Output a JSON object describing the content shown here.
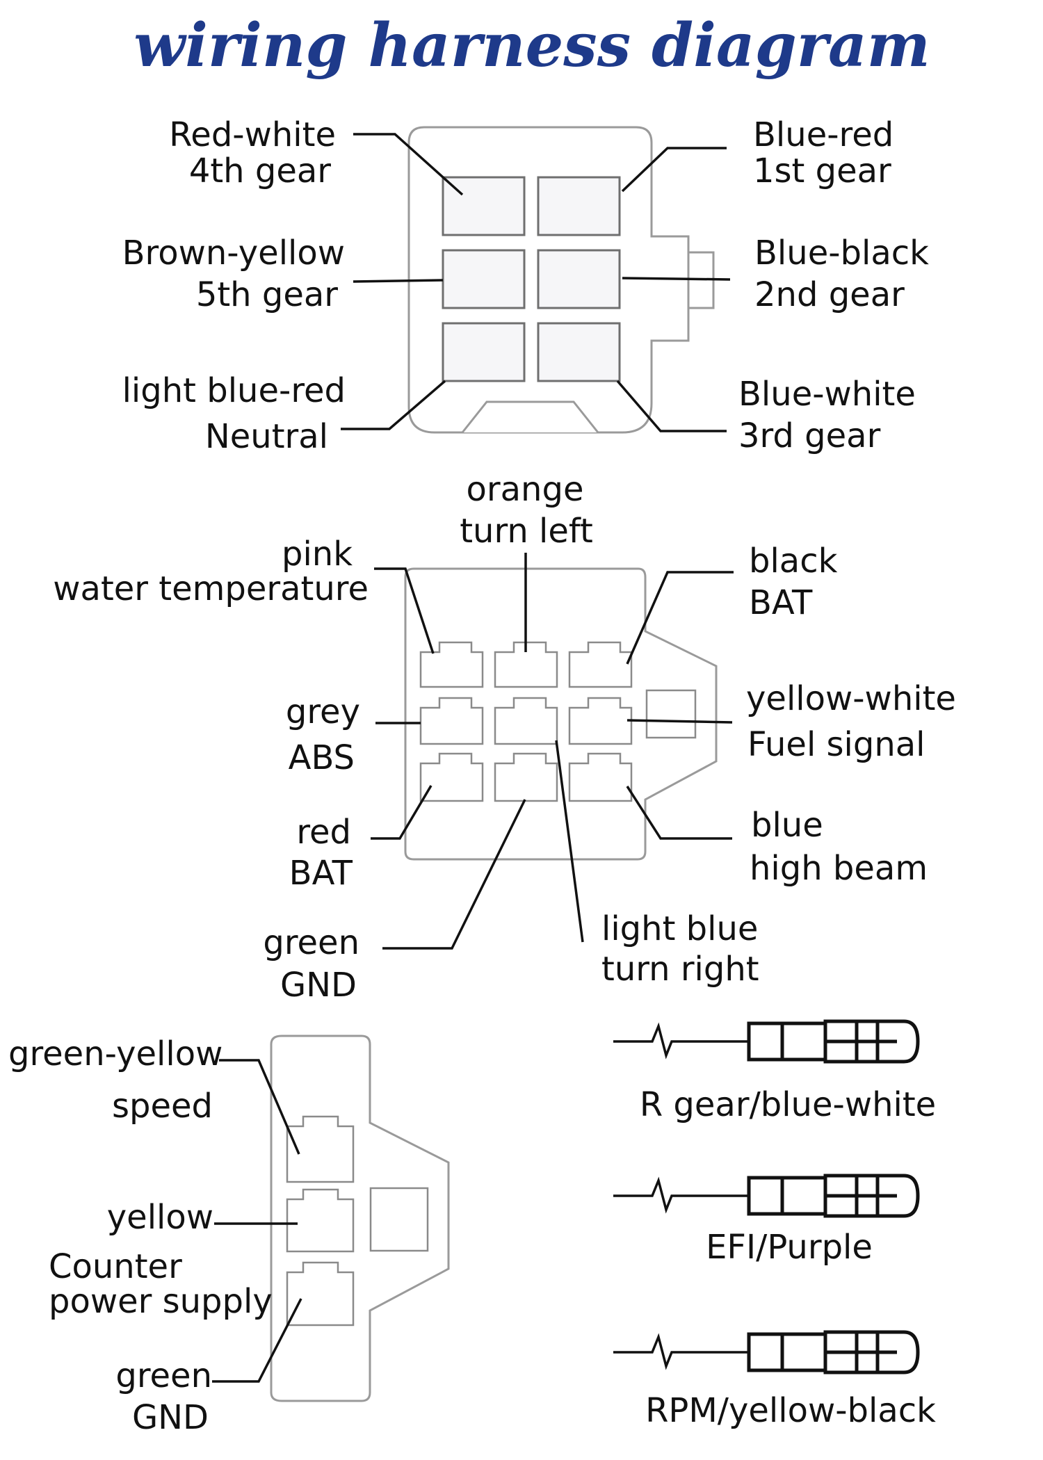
{
  "title": "wiring harness diagram",
  "colors": {
    "title": "#1e3a8a",
    "text": "#111111",
    "connector_outline": "#9a9a9a"
  },
  "connector_6pin": {
    "pins": [
      {
        "color": "Red-white",
        "function": "4th gear"
      },
      {
        "color": "Blue-red",
        "function": "1st gear"
      },
      {
        "color": "Brown-yellow",
        "function": "5th gear"
      },
      {
        "color": "Blue-black",
        "function": "2nd gear"
      },
      {
        "color": "light blue-red",
        "function": "Neutral"
      },
      {
        "color": "Blue-white",
        "function": "3rd gear"
      }
    ]
  },
  "connector_9pin": {
    "pins": [
      {
        "color": "pink",
        "function": "water temperature"
      },
      {
        "color": "orange",
        "function": "turn left"
      },
      {
        "color": "black",
        "function": "BAT"
      },
      {
        "color": "grey",
        "function": "ABS"
      },
      {
        "color": "yellow-white",
        "function": "Fuel signal"
      },
      {
        "color": "red",
        "function": "BAT"
      },
      {
        "color": "blue",
        "function": "high beam"
      },
      {
        "color": "green",
        "function": "GND"
      },
      {
        "color": "light blue",
        "function": "turn right"
      }
    ]
  },
  "connector_3pin": {
    "pins": [
      {
        "color": "green-yellow",
        "function": "speed"
      },
      {
        "color": "yellow",
        "function": "Counter",
        "function_line2": "power supply"
      },
      {
        "color": "green",
        "function": "GND"
      }
    ]
  },
  "single_wires": [
    {
      "label": "R gear/blue-white"
    },
    {
      "label": "EFI/Purple"
    },
    {
      "label": "RPM/yellow-black"
    }
  ]
}
